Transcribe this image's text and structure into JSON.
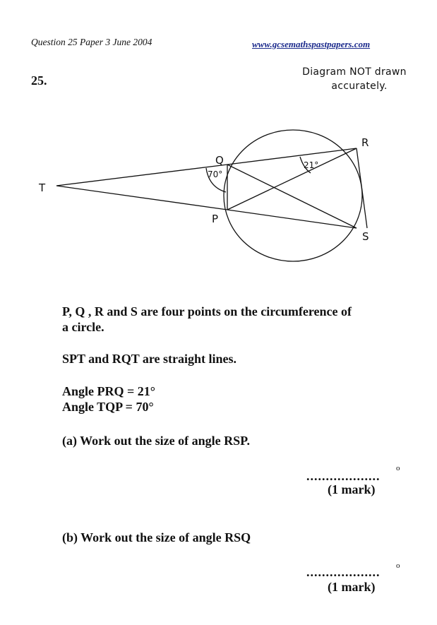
{
  "header": {
    "left": "Question 25 Paper 3 June 2004",
    "right": "www.gcsemathspastpapers.com"
  },
  "question": {
    "number": "25.",
    "note_line1": "Diagram NOT drawn",
    "note_line2": "accurately."
  },
  "diagram": {
    "labels": {
      "T": "T",
      "Q": "Q",
      "R": "R",
      "P": "P",
      "S": "S"
    },
    "angle_tqp": "70°",
    "angle_prq": "21°"
  },
  "text": {
    "intro_line1": "P, Q , R  and S are four points on the circumference of",
    "intro_line2": "a circle.",
    "lines": "SPT  and  RQT  are straight lines.",
    "given1": "Angle PRQ = 21°",
    "given2": "Angle TQP = 70°"
  },
  "part_a": {
    "prompt": "(a)  Work out the size of angle  RSP.",
    "answer_dots": "...................",
    "degree": "o",
    "marks": "(1 mark)"
  },
  "part_b": {
    "prompt": "(b) Work out the size of angle  RSQ",
    "answer_dots": "...................",
    "degree": "o",
    "marks": "(1 mark)"
  }
}
